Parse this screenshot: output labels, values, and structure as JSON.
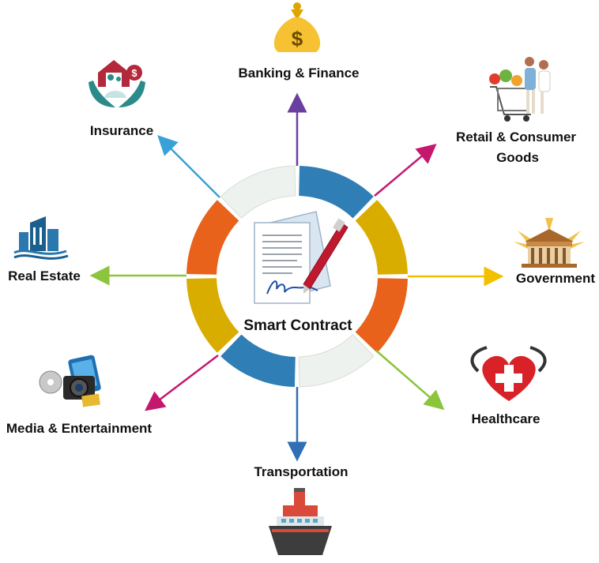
{
  "center": {
    "label": "Smart Contract",
    "icon": "contract-signature-pen-icon"
  },
  "ring_colors": [
    "#2f7eb5",
    "#d9ad00",
    "#e8621c",
    "#eef2ee"
  ],
  "sectors": [
    {
      "id": "banking",
      "label": "Banking & Finance",
      "icon": "money-bag-icon",
      "arrow_color": "#6b3fa0"
    },
    {
      "id": "retail",
      "label_lines": [
        "Retail & Consumer",
        "Goods"
      ],
      "icon": "shopping-cart-icon",
      "arrow_color": "#c4186f"
    },
    {
      "id": "government",
      "label": "Government",
      "icon": "government-building-icon",
      "arrow_color": "#f2c000"
    },
    {
      "id": "healthcare",
      "label": "Healthcare",
      "icon": "medical-heart-hands-icon",
      "arrow_color": "#8cc43c"
    },
    {
      "id": "transportation",
      "label": "Transportation",
      "icon": "ship-icon",
      "arrow_color": "#2f6fb5"
    },
    {
      "id": "media",
      "label": "Media & Entertainment",
      "icon": "film-camera-icon",
      "arrow_color": "#c4186f"
    },
    {
      "id": "realestate",
      "label": "Real Estate",
      "icon": "city-buildings-icon",
      "arrow_color": "#8cc43c"
    },
    {
      "id": "insurance",
      "label": "Insurance",
      "icon": "family-protection-icon",
      "arrow_color": "#3aa0d8"
    }
  ]
}
